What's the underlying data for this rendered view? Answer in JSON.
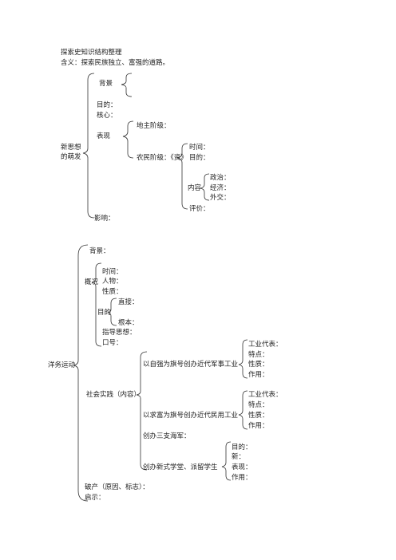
{
  "section1": {
    "title": "探索史知识结构整理",
    "meaning": "含义：探索民族独立、富强的道路。",
    "topic": [
      "新思想",
      "的萌发"
    ],
    "background": "背景",
    "purpose": "目的：",
    "core": "核心：",
    "manifest": "表现",
    "landlord": "地主阶级：",
    "peasant": "农民阶级：《资》",
    "time": "时间：",
    "purpose2": "目的：",
    "content": "内容",
    "politics": "政治：",
    "economy": "经济：",
    "diplomacy": "外交：",
    "evaluation": "评价：",
    "influence": "影响："
  },
  "section2": {
    "topic": "洋务运动",
    "background": "背景：",
    "overview": "概况",
    "time": "时间：",
    "people": "人物：",
    "nature": "性质：",
    "purpose": "目的",
    "direct": "直接：",
    "fundamental": "根本：",
    "ideology": "指导思想：",
    "slogan": "口号：",
    "practice": "社会实践（内容）",
    "military": "以自强为旗号创办近代军事工业",
    "civil": "以求富为旗号创办近代民用工业",
    "navy": "创办三支海军：",
    "schools": "创办新式学堂、派留学生",
    "ind_rep": "工业代表：",
    "feature": "特点：",
    "nature2": "性质：",
    "effect": "作用：",
    "purpose3": "目的：",
    "new": "新：",
    "performance": "表现：",
    "effect2": "作用：",
    "bankruptcy": "破产（原因、标志）：",
    "inspiration": "启示："
  }
}
